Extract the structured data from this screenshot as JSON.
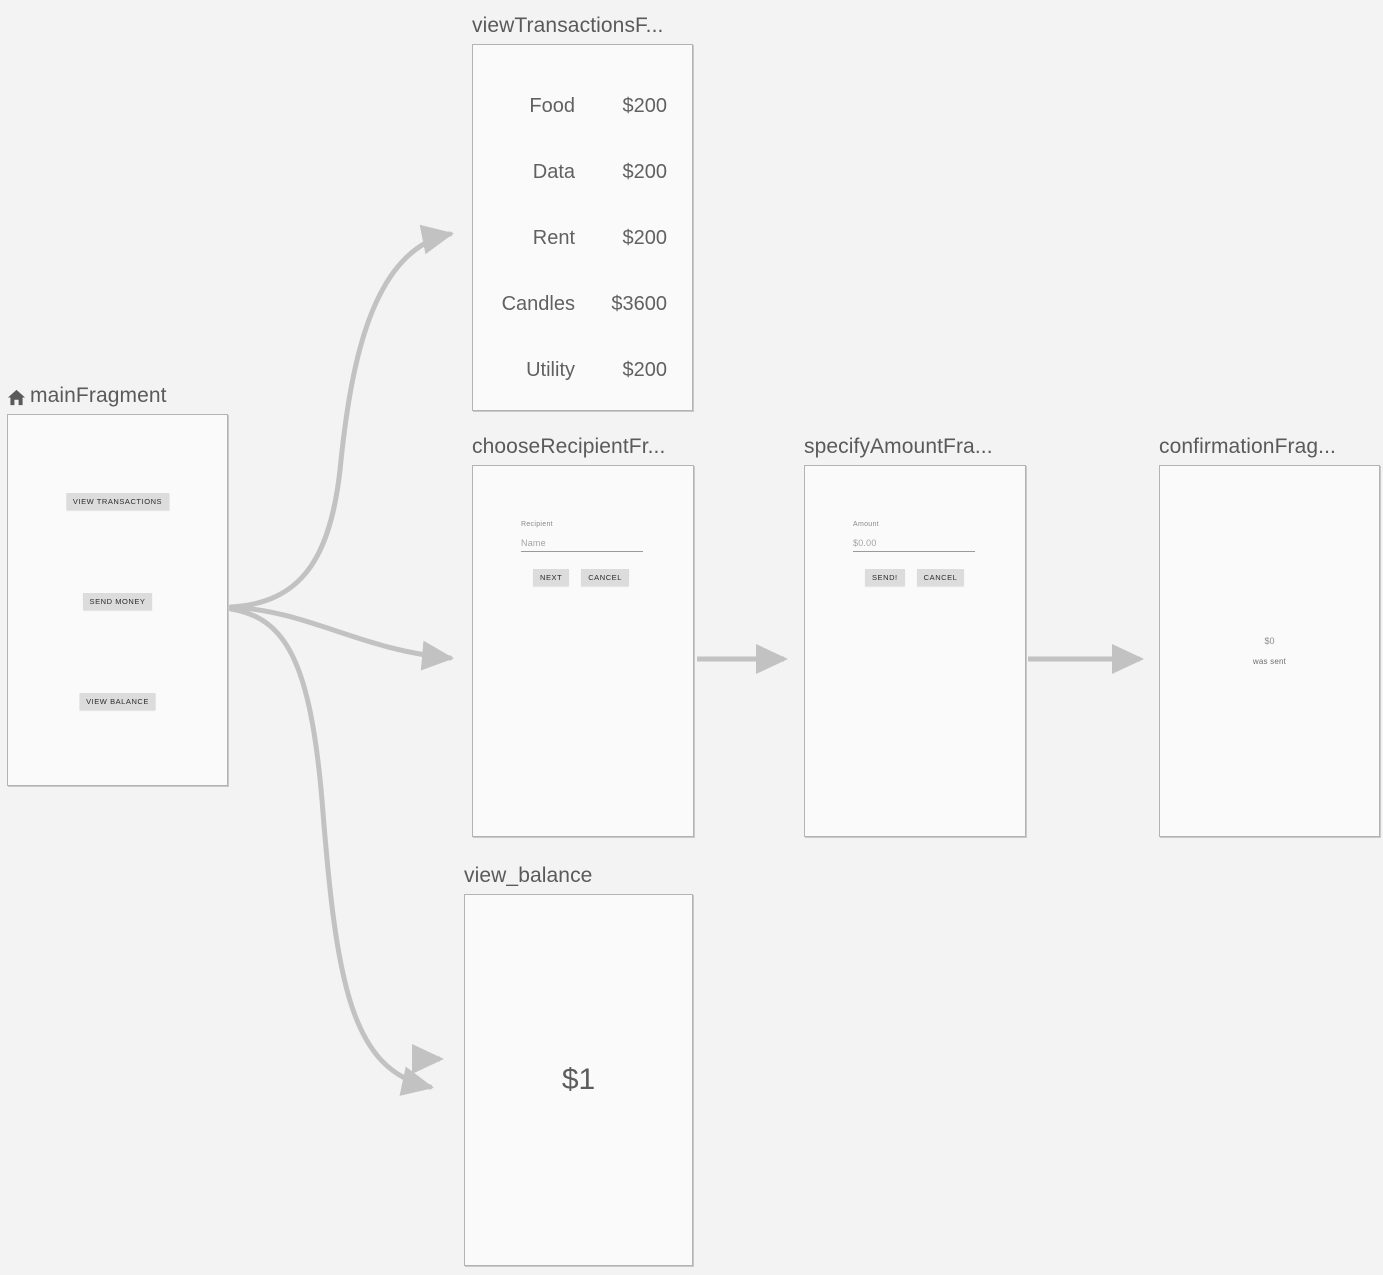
{
  "canvas": {
    "background": "#f3f3f3",
    "edge_color": "#c2c2c2",
    "frame_border_color": "#b3b3b3",
    "frame_fill": "#fafafa",
    "title_color": "#5a5a5a"
  },
  "nodes": {
    "main": {
      "title": "mainFragment",
      "icon": "home-icon",
      "is_start_destination": true,
      "buttons": [
        {
          "label": "VIEW TRANSACTIONS"
        },
        {
          "label": "SEND MONEY"
        },
        {
          "label": "VIEW BALANCE"
        }
      ]
    },
    "view_transactions": {
      "title": "viewTransactionsF...",
      "full_title": "viewTransactionsFragment",
      "transactions": [
        {
          "category": "Food",
          "amount": "$200"
        },
        {
          "category": "Data",
          "amount": "$200"
        },
        {
          "category": "Rent",
          "amount": "$200"
        },
        {
          "category": "Candles",
          "amount": "$3600"
        },
        {
          "category": "Utility",
          "amount": "$200"
        }
      ]
    },
    "choose_recipient": {
      "title": "chooseRecipientFr...",
      "full_title": "chooseRecipientFragment",
      "field_label": "Recipient",
      "field_placeholder": "Name",
      "primary_button": "NEXT",
      "secondary_button": "CANCEL"
    },
    "specify_amount": {
      "title": "specifyAmountFra...",
      "full_title": "specifyAmountFragment",
      "field_label": "Amount",
      "field_placeholder": "$0.00",
      "primary_button": "SEND!",
      "secondary_button": "CANCEL"
    },
    "confirmation": {
      "title": "confirmationFrag...",
      "full_title": "confirmationFragment",
      "amount": "$0",
      "message": "was sent"
    },
    "view_balance": {
      "title": "view_balance",
      "balance": "$1"
    }
  }
}
